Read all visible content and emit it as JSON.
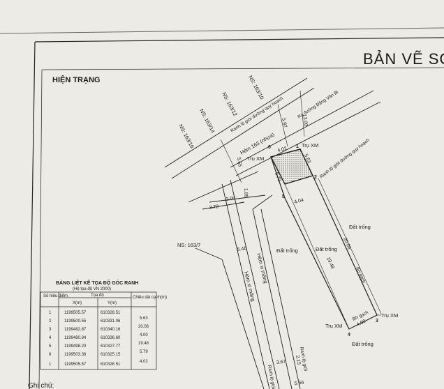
{
  "header": {
    "title": "BẢN VẼ SƠ",
    "section_title": "HIỆN TRẠNG"
  },
  "map": {
    "roads": {
      "main_road_name": "Hẻm 163 (nhựa)",
      "dang_van_bi": "Ra đường Đặng Văn Bi",
      "planning_line_top": "Ranh lộ giới đường quy hoạch",
      "planning_line_right": "Ranh lộ giới đường quy hoạch",
      "alley_1": "Hẻm xi măng",
      "alley_2": "Hẻm xi măng",
      "ranh_bottom_1": "Ranh lộ giới",
      "ranh_bottom_2": "Ranh lộ giới"
    },
    "house_labels": [
      "NS: 163/16",
      "NS: 163/14",
      "NS: 163/12",
      "NS: 163/10",
      "NS: 163/7"
    ],
    "land_labels": [
      "Đất trống",
      "Đất trống",
      "Đất trống",
      "Đất trống"
    ],
    "markers": [
      "Trụ XM",
      "Trụ XM",
      "Trụ XM",
      "Trụ XM"
    ],
    "wall_labels": [
      "Bờ gạch",
      "Bờ gạch"
    ],
    "points": [
      "1",
      "2",
      "3",
      "4",
      "5",
      "6"
    ],
    "dimensions": [
      "5.97",
      "13.00",
      "4.02",
      "5.63",
      "5.65",
      "5.79",
      "1.85",
      "4.04",
      "2.00",
      "3.72",
      "5.46",
      "19.48",
      "20.06",
      "4.00",
      "3.67",
      "2.15",
      "5.56"
    ]
  },
  "coord_table": {
    "title": "BẢNG LIỆT KÊ TỌA ĐỘ GÓC RANH",
    "subtitle": "(Hệ tọa độ VN 2000)",
    "headers": {
      "col1": "Số hiệu điểm",
      "col_group": "Tọa độ",
      "x": "X(m)",
      "y": "Y(m)",
      "col4": "Chiều dài cạnh(m)"
    },
    "rows": [
      {
        "id": "1",
        "x": "1199505.57",
        "y": "610328.51",
        "len": ""
      },
      {
        "id": "2",
        "x": "1199500.55",
        "y": "610331.06",
        "len": "5.63"
      },
      {
        "id": "3",
        "x": "1199482.87",
        "y": "610340.16",
        "len": "20.06"
      },
      {
        "id": "4",
        "x": "1199480.84",
        "y": "610336.60",
        "len": "4.00"
      },
      {
        "id": "5",
        "x": "1199498.20",
        "y": "610327.77",
        "len": "19.48"
      },
      {
        "id": "6",
        "x": "1199503.36",
        "y": "610325.15",
        "len": "5.79"
      },
      {
        "id": "1",
        "x": "1199505.57",
        "y": "610328.51",
        "len": "4.02"
      }
    ]
  },
  "footer": {
    "note_label": "Ghi chú:"
  },
  "colors": {
    "paper": "#ecebe6",
    "ink": "#222222",
    "hatch": "#333333"
  }
}
